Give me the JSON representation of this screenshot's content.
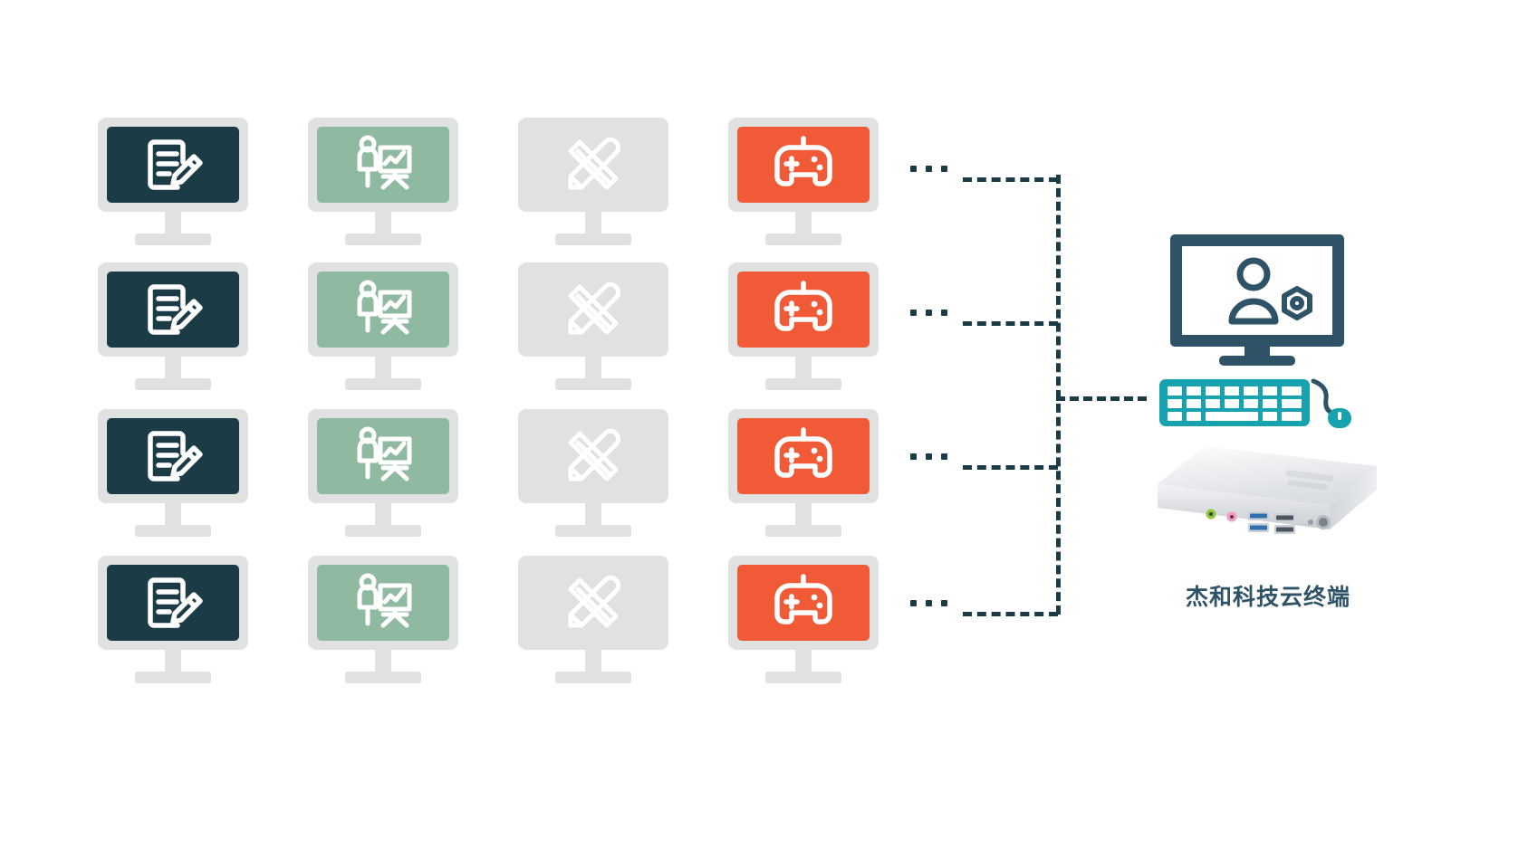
{
  "diagram": {
    "title": "Cloud terminal thin-client deployment diagram",
    "background_color": "#ffffff",
    "connector_color": "#1b3b47",
    "client_grid": {
      "rows": 4,
      "columns": 4,
      "bezel_color": "#e0e1e1",
      "column_types": [
        {
          "icon": "document-edit-icon",
          "label": "Office document editing client",
          "screen_color": "#1b3b47",
          "glyph_color": "#ffffff"
        },
        {
          "icon": "presentation-chart-icon",
          "label": "Teaching presentation client",
          "screen_color": "#8fb9a0",
          "glyph_color": "#ffffff"
        },
        {
          "icon": "pencil-ruler-icon",
          "label": "Design drawing client",
          "screen_color": "#fbb košick"
        },
        {
          "icon": "gamepad-icon",
          "label": "Gaming entertainment client",
          "screen_color": "#f05a37",
          "glyph_color": "#ffffff"
        }
      ]
    },
    "ellipsis": {
      "symbol": "...",
      "label": "more clients",
      "count_per_row": 3,
      "rows": 4
    },
    "server": {
      "caption": "杰和科技云终端",
      "monitor": {
        "icon": "user-settings-icon",
        "frame_color": "#2e5266",
        "screen_color": "#ffffff"
      },
      "keyboard": {
        "icon": "keyboard-icon",
        "color": "#17a2b0",
        "key_color": "#ffffff"
      },
      "mouse": {
        "icon": "mouse-icon",
        "color": "#17a2b0"
      },
      "device": {
        "icon": "mini-pc-icon",
        "label": "mini pc box",
        "body_color": "#e9eaec",
        "ports": [
          {
            "name": "audio-out-port",
            "color": "#7ac943"
          },
          {
            "name": "microphone-port",
            "color": "#f19ec2"
          },
          {
            "name": "usb-port",
            "color": "#2f6fad"
          },
          {
            "name": "usb-port",
            "color": "#2f6fad"
          },
          {
            "name": "usb-port",
            "color": "#2f6fad"
          },
          {
            "name": "usb-port",
            "color": "#2f6fad"
          },
          {
            "name": "power-button",
            "color": "#6b7177"
          }
        ]
      }
    }
  }
}
